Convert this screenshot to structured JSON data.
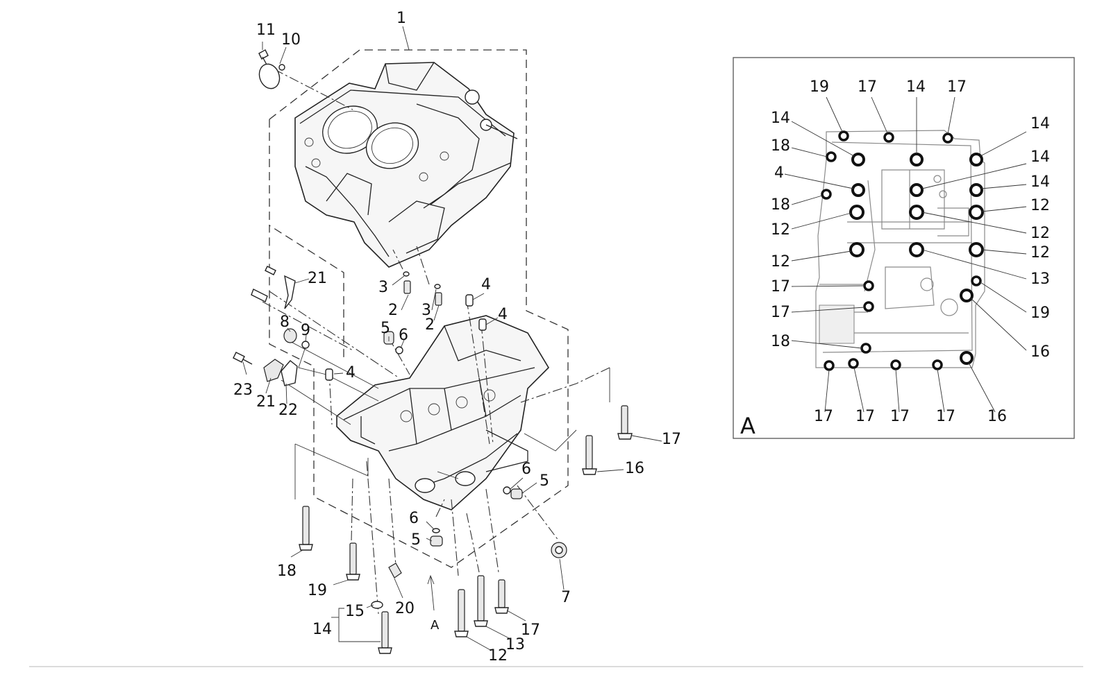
{
  "main_labels": {
    "l1": "1",
    "l11": "11",
    "l10": "10",
    "l21a": "21",
    "l3a": "3",
    "l2a": "2",
    "l3b": "3",
    "l2b": "2",
    "l4a": "4",
    "l4b": "4",
    "l8": "8",
    "l9": "9",
    "l5a": "5",
    "l6a": "6",
    "l4c": "4",
    "l23": "23",
    "l21b": "21",
    "l22": "22",
    "l17a": "17",
    "l16": "16",
    "l6b": "6",
    "l5b": "5",
    "l6c": "6",
    "l5c": "5",
    "l18": "18",
    "l19": "19",
    "l7": "7",
    "l20": "20",
    "l15": "15",
    "l14": "14",
    "l17b": "17",
    "l13": "13",
    "l12": "12",
    "lA": "A"
  },
  "inset": {
    "letter": "A",
    "labels": {
      "t19": "19",
      "t17a": "17",
      "t14": "14",
      "t17b": "17",
      "l14": "14",
      "l18a": "18",
      "l4": "4",
      "l18b": "18",
      "l12a": "12",
      "l12b": "12",
      "l17a": "17",
      "l17b": "17",
      "l18c": "18",
      "r14a": "14",
      "r14b": "14",
      "r14c": "14",
      "r12a": "12",
      "r12b": "12",
      "r12c": "12",
      "r13": "13",
      "r19": "19",
      "r16": "16",
      "b17a": "17",
      "b17b": "17",
      "b17c": "17",
      "b17d": "17",
      "b16": "16"
    }
  }
}
